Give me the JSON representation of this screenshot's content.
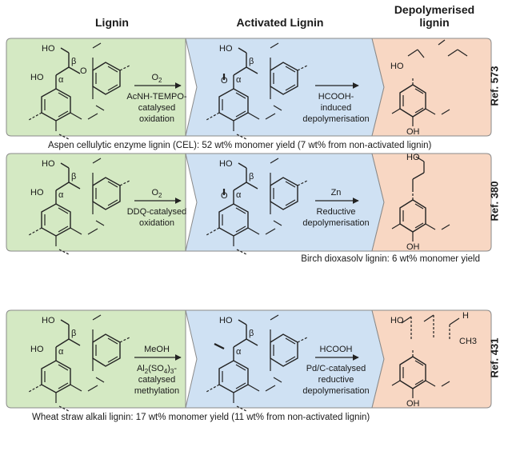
{
  "headers": {
    "lignin": "Lignin",
    "activated": "Activated Lignin",
    "depolymerised_line1": "Depolymerised",
    "depolymerised_line2": "lignin"
  },
  "rows": [
    {
      "ref": "Ref. 573",
      "step1_reagent": "O",
      "step1_sub": "2",
      "step1_line1": "AcNH-TEMPO-",
      "step1_line2": "catalysed",
      "step1_line3": "oxidation",
      "step2_reagent": "",
      "step2_line1": "HCOOH-",
      "step2_line2": "induced",
      "step2_line3": "depolymerisation",
      "caption": "Aspen cellulytic enzyme lignin (CEL): 52 wt% monomer yield (7 wt% from non-activated lignin)"
    },
    {
      "ref": "Ref. 380",
      "step1_reagent": "O",
      "step1_sub": "2",
      "step1_line1": "DDQ-catalysed",
      "step1_line2": "oxidation",
      "step1_line3": "",
      "step2_reagent": "Zn",
      "step2_line1": "Reductive",
      "step2_line2": "depolymerisation",
      "step2_line3": "",
      "caption": "Birch dioxasolv lignin: 6 wt% monomer yield"
    },
    {
      "ref": "Ref. 431",
      "step1_reagent": "MeOH",
      "step1_sub": "",
      "step1_line1": "Al",
      "step1_line2": "catalysed",
      "step1_line3": "methylation",
      "step2_reagent": "HCOOH",
      "step2_line1": "Pd/C-catalysed",
      "step2_line2": "reductive",
      "step2_line3": "depolymerisation",
      "caption": "Wheat straw alkali lignin: 17 wt% monomer yield (11 wt% from non-activated lignin)"
    }
  ],
  "labels": {
    "ho": "HO",
    "oh": "OH",
    "o": "O",
    "alpha": "α",
    "beta": "β",
    "al2so43": "Al2(SO4)3-",
    "ch3": "CH3",
    "h": "H"
  },
  "colors": {
    "green": "#d4e9c3",
    "blue": "#cfe1f3",
    "orange": "#f8d7c3",
    "border": "#8a8a8a"
  }
}
